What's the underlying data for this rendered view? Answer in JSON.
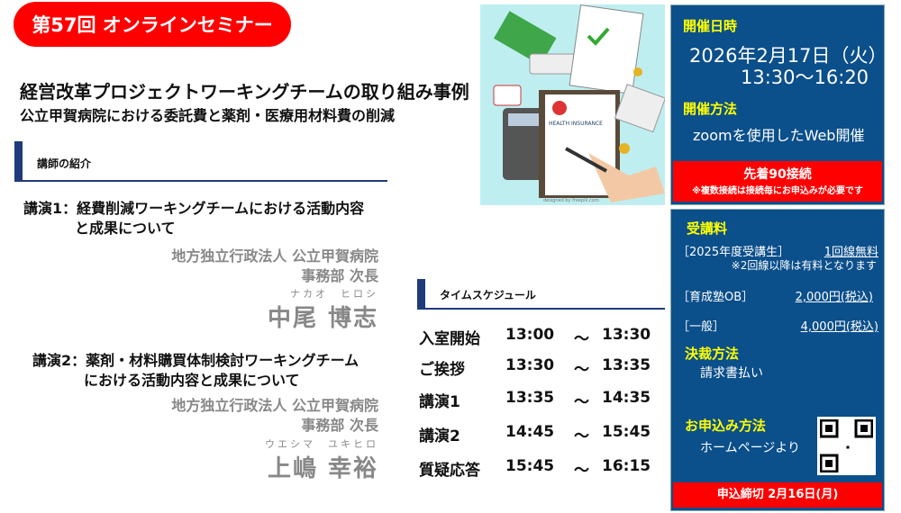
{
  "header": {
    "badge": "第57回 オンラインセミナー",
    "title": "経営改革プロジェクトワーキングチームの取り組み事例",
    "subtitle": "公立甲賀病院における委託費と薬剤・医療用材料費の削減"
  },
  "speakers": {
    "section_label": "講師の紹介",
    "talks": [
      {
        "title_line1": "講演1：経費削減ワーキングチームにおける活動内容",
        "title_line2": "と成果について",
        "org": "地方独立行政法人 公立甲賀病院",
        "position": "事務部 次長",
        "kana": "ナカオ　ヒロシ",
        "name": "中尾 博志"
      },
      {
        "title_line1": "講演2：薬剤・材料購買体制検討ワーキングチーム",
        "title_line2": "における活動内容と成果について",
        "org": "地方独立行政法人 公立甲賀病院",
        "position": "事務部 次長",
        "kana": "ウエシマ　ユキヒロ",
        "name": "上嶋 幸裕"
      }
    ]
  },
  "schedule": {
    "section_label": "タイムスケジュール",
    "rows": [
      {
        "label": "入室開始",
        "start": "13:00",
        "sep": "～",
        "end": "13:30"
      },
      {
        "label": "ご挨拶",
        "start": "13:30",
        "sep": "～",
        "end": "13:35"
      },
      {
        "label": "講演1",
        "start": "13:35",
        "sep": "～",
        "end": "14:35"
      },
      {
        "label": "講演2",
        "start": "14:45",
        "sep": "～",
        "end": "15:45"
      },
      {
        "label": "質疑応答",
        "start": "15:45",
        "sep": "～",
        "end": "16:15"
      }
    ]
  },
  "illustration": {
    "card_text": "HEALTH INSURANCE",
    "credit": "designed by freepik.com"
  },
  "event": {
    "date_label": "開催日時",
    "date": "2026年2月17日（火）",
    "time": "13:30～16:20",
    "method_label": "開催方法",
    "method": "zoomを使用したWeb開催",
    "capacity": "先着90接続",
    "capacity_note": "※複数接続は接続毎にお申込みが必要です"
  },
  "fees": {
    "label": "受講料",
    "rows": [
      {
        "category": "［2025年度受講生］",
        "price": "1回線無料",
        "note": "※2回線以降は有料となります"
      },
      {
        "category": "［育成塾OB］",
        "price": "2,000円(税込)"
      },
      {
        "category": "［一般］",
        "price": "4,000円(税込)"
      }
    ],
    "payment_label": "決裁方法",
    "payment": "請求書払い",
    "apply_label": "お申込み方法",
    "apply": "ホームページより",
    "deadline": "申込締切 2月16日(月)"
  },
  "colors": {
    "red": "#ff0000",
    "navy": "#0b4f8b",
    "accent_bar": "#1f3b7a",
    "yellow": "#ffff00"
  }
}
